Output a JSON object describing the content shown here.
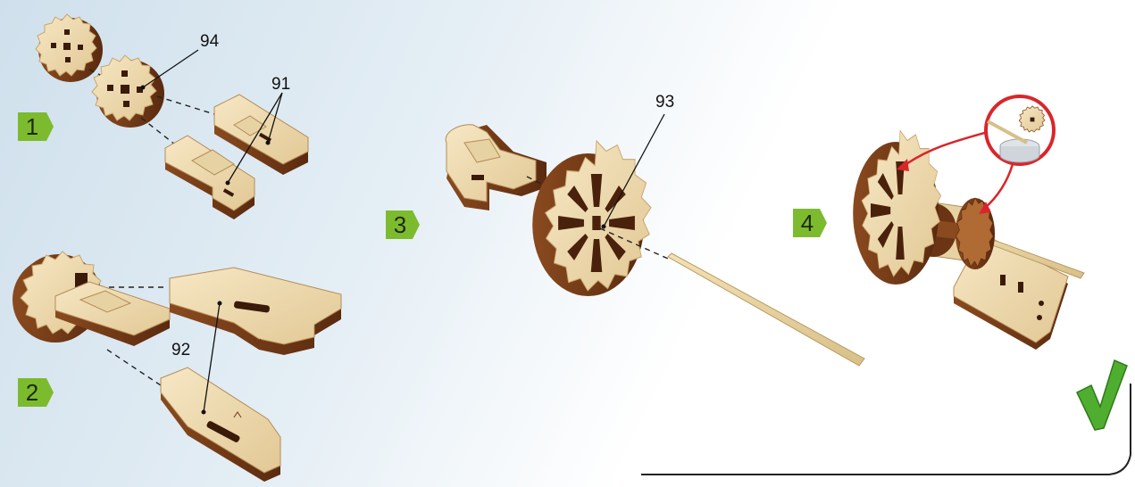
{
  "steps": [
    {
      "number": "1"
    },
    {
      "number": "2"
    },
    {
      "number": "3"
    },
    {
      "number": "4"
    }
  ],
  "part_labels": {
    "p94": "94",
    "p91": "91",
    "p92": "92",
    "p93": "93"
  },
  "colors": {
    "badge_green": "#7dbb2e",
    "wood_light": "#f0dfb8",
    "wood_dark": "#6b3414",
    "check_green": "#4fae2f",
    "glue_red": "#d9262a"
  },
  "icons": {
    "completion": "checkmark-icon",
    "glue": "glue-pot-icon"
  }
}
